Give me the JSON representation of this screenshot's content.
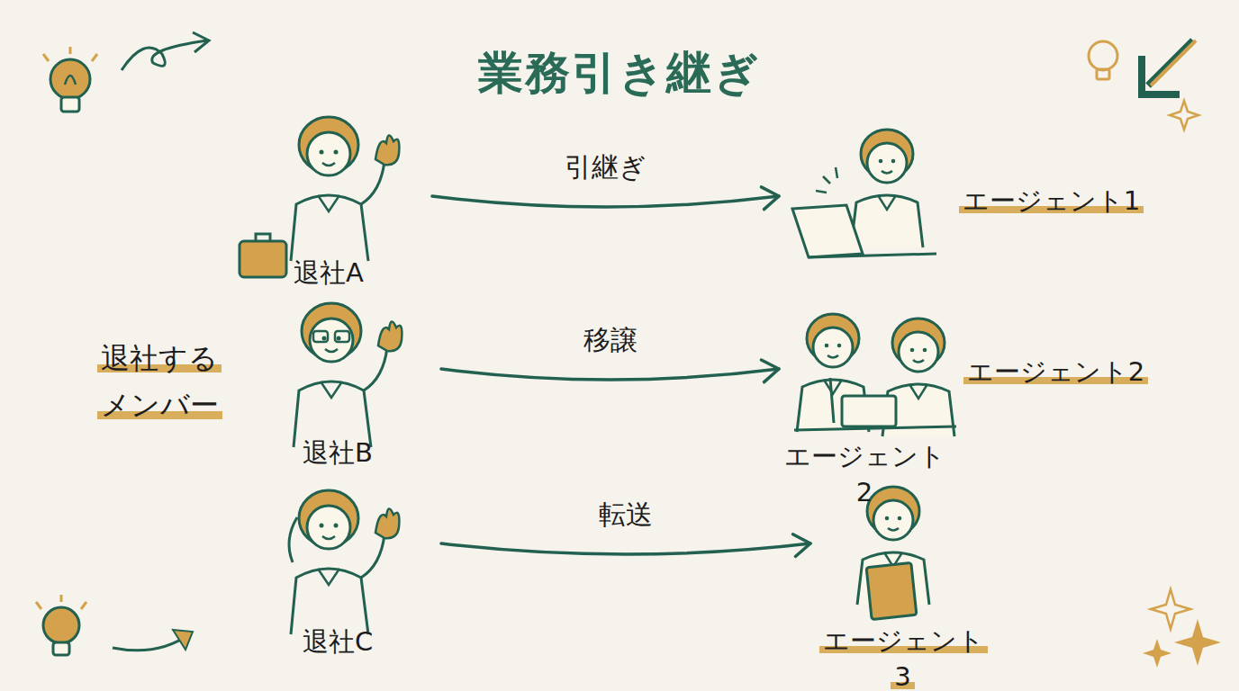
{
  "diagram": {
    "title": "業務引き継ぎ",
    "nodes": [
      {
        "text": [
          "退社A"
        ]
      },
      {
        "text": [
          "退社B"
        ]
      },
      {
        "text": [
          "退社C"
        ]
      },
      {
        "text": [
          "エージェント1"
        ]
      },
      {
        "text": [
          "エージェント2",
          "エージェント2"
        ]
      },
      {
        "text": [
          "エージェント3"
        ]
      }
    ],
    "edges": [
      {
        "from": 0,
        "to": 3,
        "label": "引継ぎ",
        "arrow": "to"
      },
      {
        "from": 1,
        "to": 4,
        "label": "移譲",
        "arrow": "to"
      },
      {
        "from": 2,
        "to": 5,
        "label": "転送",
        "arrow": "to"
      }
    ],
    "labels": [
      "退社する メンバー"
    ]
  }
}
